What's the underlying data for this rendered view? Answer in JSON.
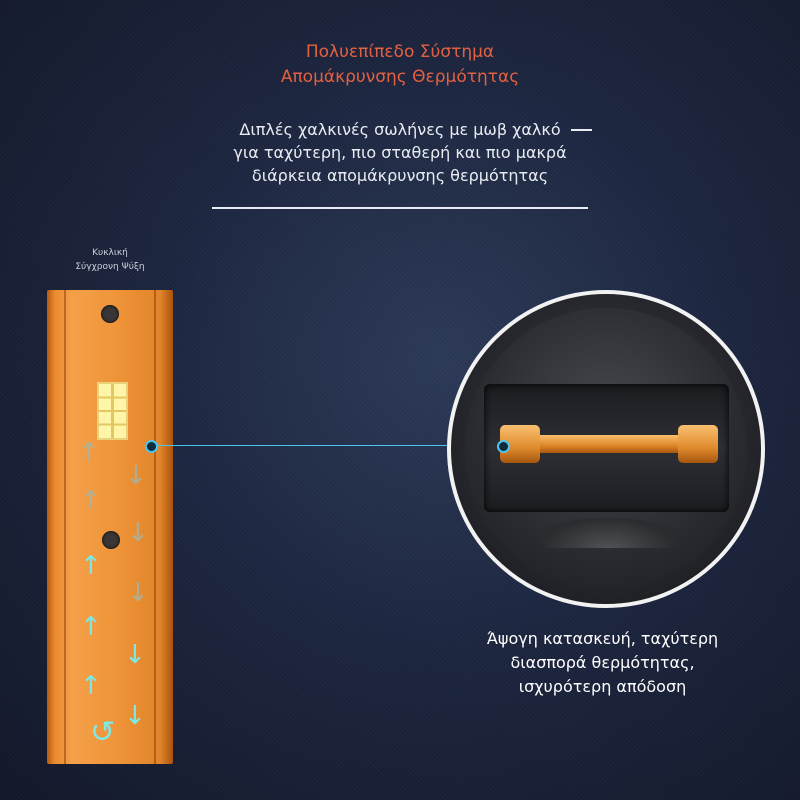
{
  "heading": {
    "line1": "Πολυεπίπεδο Σύστημα",
    "line2": "Απομάκρυνσης Θερμότητας"
  },
  "subheading": {
    "line1": "Διπλές χαλκινές σωλήνες με μωβ χαλκό",
    "line2": "για ταχύτερη, πιο σταθερή και πιο μακρά",
    "line3": "διάρκεια απομάκρυνσης θερμότητας"
  },
  "cooling_label": {
    "line1": "Κυκλική",
    "line2": "Σύγχρονη Ψύξη"
  },
  "description": {
    "line1": "Άψογη κατασκευή, ταχύτερη",
    "line2": "διασπορά θερμότητας,",
    "line3": "ισχυρότερη απόδοση"
  },
  "colors": {
    "accent_title": "#e5603f",
    "heatsink_orange": "#ef9438",
    "connector_blue": "#4cc4ee",
    "arrow_cyan": "#7de8e4"
  },
  "icons": {
    "up_arrow": "↑",
    "down_arrow": "↓",
    "loop_arrow": "↺"
  }
}
